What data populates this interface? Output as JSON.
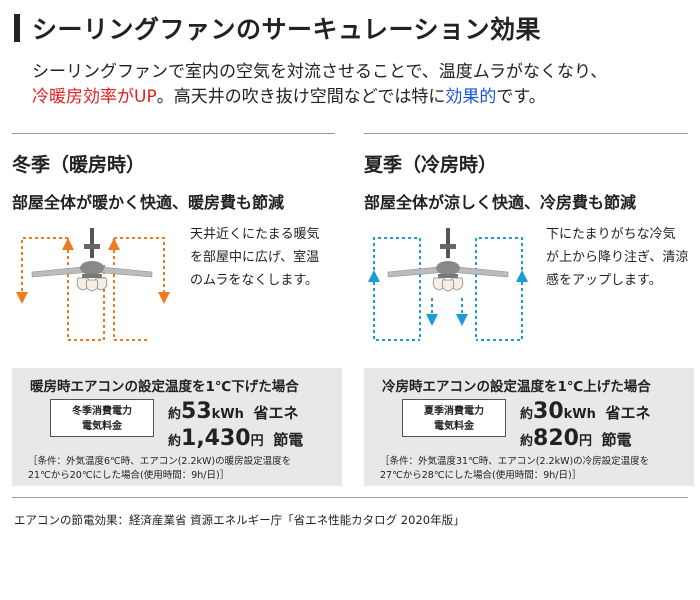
{
  "header": {
    "title": "シーリングファンのサーキュレーション効果"
  },
  "intro": {
    "line1": "シーリングファンで室内の空気を対流させることで、温度ムラがなくなり、",
    "line2_red": "冷暖房効率がUP",
    "line2_mid": "。高天井の吹き抜け空間などでは特に",
    "line2_blue": "効果的",
    "line2_end": "です。"
  },
  "winter": {
    "season": "冬季（暖房時）",
    "subtitle": "部屋全体が暖かく快適、暖房費も節減",
    "desc": [
      "天井近くにたまる暖気",
      "を部屋中に広げ、室温",
      "のムラをなくします。"
    ],
    "box_title": "暖房時エアコンの設定温度を1℃下げた場合",
    "label": [
      "冬季消費電力",
      "電気料金"
    ],
    "kwh_pre": "約",
    "kwh_num": "53",
    "kwh_unit": "kWh",
    "kwh_post": "省エネ",
    "yen_pre": "約",
    "yen_num": "1,430",
    "yen_unit": "円",
    "yen_post": "節電",
    "note": [
      "［条件：外気温度6℃時、エアコン(2.2kW)の暖房設定温度を",
      "21℃から20℃にした場合(使用時間：9h/日)］"
    ],
    "arrow_color": "#f07a1e"
  },
  "summer": {
    "season": "夏季（冷房時）",
    "subtitle": "部屋全体が涼しく快適、冷房費も節減",
    "desc": [
      "下にたまりがちな冷気",
      "が上から降り注ぎ、清涼",
      "感をアップします。"
    ],
    "box_title": "冷房時エアコンの設定温度を1℃上げた場合",
    "label": [
      "夏季消費電力",
      "電気料金"
    ],
    "kwh_pre": "約",
    "kwh_num": "30",
    "kwh_unit": "kWh",
    "kwh_post": "省エネ",
    "yen_pre": "約",
    "yen_num": "820",
    "yen_unit": "円",
    "yen_post": "節電",
    "note": [
      "［条件：外気温度31℃時、エアコン(2.2kW)の冷房設定温度を",
      "27℃から28℃にした場合(使用時間：9h/日)］"
    ],
    "arrow_color": "#1e9ad6"
  },
  "footer": {
    "source": "エアコンの節電効果：経済産業省 資源エネルギー庁「省エネ性能カタログ 2020年版」"
  }
}
